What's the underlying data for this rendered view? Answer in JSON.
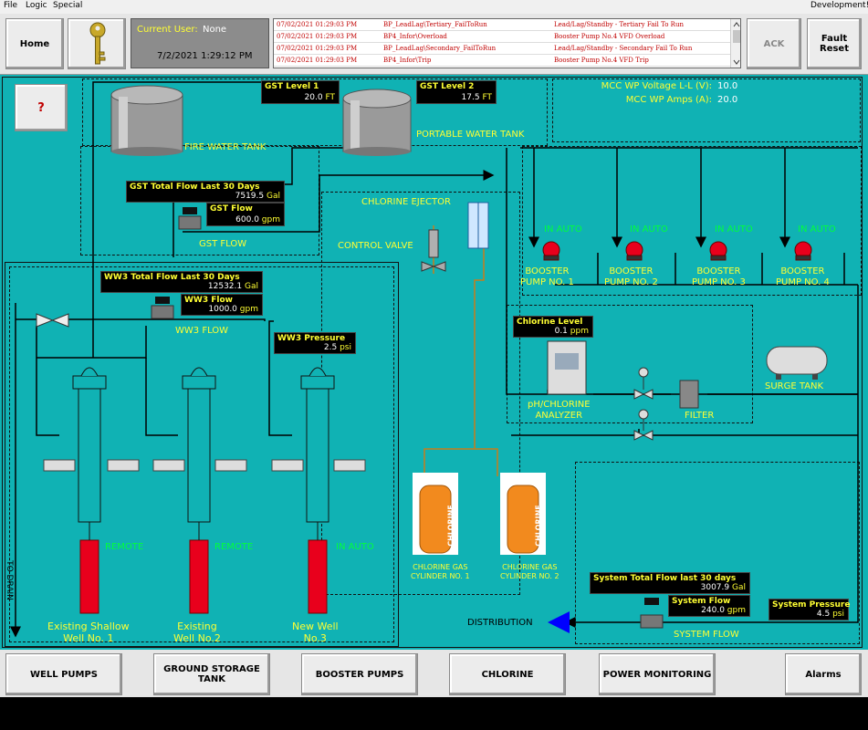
{
  "menu": {
    "file": "File",
    "logic": "Logic",
    "special": "Special",
    "right": "Development!"
  },
  "header": {
    "home": "Home",
    "user_label": "Current User:",
    "user_value": "None",
    "datetime": "7/2/2021  1:29:12 PM",
    "ack": "ACK",
    "fault_reset": "Fault\nReset",
    "alarms": [
      {
        "time": "07/02/2021 01:29:03 PM",
        "tag": "BP_LeadLag\\Tertiary_FailToRun",
        "desc": "Lead/Lag/Standby - Tertiary Fail To Run"
      },
      {
        "time": "07/02/2021 01:29:03 PM",
        "tag": "BP4_Infor\\Overload",
        "desc": "Booster Pump No.4 VFD Overload"
      },
      {
        "time": "07/02/2021 01:29:03 PM",
        "tag": "BP_LeadLag\\Secondary_FailToRun",
        "desc": "Lead/Lag/Standby - Secondary Fail To Run"
      },
      {
        "time": "07/02/2021 01:29:03 PM",
        "tag": "BP4_Infor\\Trip",
        "desc": "Booster Pump No.4 VFD Trip"
      }
    ]
  },
  "help": "?",
  "fire_tank": "FIRE WATER TANK",
  "portable_tank": "PORTABLE WATER TANK",
  "gst_level1": {
    "title": "GST Level 1",
    "value": "20.0",
    "unit": "FT"
  },
  "gst_level2": {
    "title": "GST Level 2",
    "value": "17.5",
    "unit": "FT"
  },
  "mcc": {
    "voltage_label": "MCC WP Voltage L-L (V):",
    "voltage": "10.0",
    "amps_label": "MCC WP Amps (A):",
    "amps": "20.0"
  },
  "gst_total": {
    "title": "GST Total Flow Last 30 Days",
    "value": "7519.5",
    "unit": "Gal"
  },
  "gst_flow": {
    "title": "GST Flow",
    "value": "600.0",
    "unit": "gpm"
  },
  "gst_flow_label": "GST FLOW",
  "chlorine_ejector": "CHLORINE EJECTOR",
  "control_valve": "CONTROL VALVE",
  "pumps": [
    {
      "status": "IN AUTO",
      "name": "BOOSTER\nPUMP NO. 1"
    },
    {
      "status": "IN AUTO",
      "name": "BOOSTER\nPUMP NO. 2"
    },
    {
      "status": "IN AUTO",
      "name": "BOOSTER\nPUMP NO. 3"
    },
    {
      "status": "IN AUTO",
      "name": "BOOSTER\nPUMP NO. 4"
    }
  ],
  "ww3_total": {
    "title": "WW3 Total Flow Last 30 Days",
    "value": "12532.1",
    "unit": "Gal"
  },
  "ww3_flow": {
    "title": "WW3 Flow",
    "value": "1000.0",
    "unit": "gpm"
  },
  "ww3_flow_label": "WW3 FLOW",
  "ww3_pressure": {
    "title": "WW3 Pressure",
    "value": "2.5",
    "unit": "psi"
  },
  "chlorine_level": {
    "title": "Chlorine Level",
    "value": "0.1",
    "unit": "ppm"
  },
  "analyzer": "pH/CHLORINE\nANALYZER",
  "filter": "FILTER",
  "surge_tank": "SURGE TANK",
  "wells": [
    {
      "status": "REMOTE",
      "name": "Existing Shallow\nWell No. 1"
    },
    {
      "status": "REMOTE",
      "name": "Existing\nWell No.2"
    },
    {
      "status": "IN AUTO",
      "name": "New Well\nNo.3"
    }
  ],
  "to_drain": "TO DRAIN",
  "cyl1": {
    "label": "CHLORINE",
    "name": "CHLORINE GAS\nCYLINDER NO. 1"
  },
  "cyl2": {
    "label": "CHLORINE",
    "name": "CHLORINE GAS\nCYLINDER NO. 2"
  },
  "sys_total": {
    "title": "System Total Flow last 30 days",
    "value": "3007.9",
    "unit": "Gal"
  },
  "sys_flow": {
    "title": "System Flow",
    "value": "240.0",
    "unit": "gpm"
  },
  "sys_pressure": {
    "title": "System Pressure",
    "value": "4.5",
    "unit": "psi"
  },
  "distribution": "DISTRIBUTION",
  "system_flow_label": "SYSTEM FLOW",
  "nav": {
    "well_pumps": "WELL PUMPS",
    "gst": "GROUND STORAGE TANK",
    "booster": "BOOSTER PUMPS",
    "chlorine": "CHLORINE",
    "power": "POWER MONITORING",
    "alarms": "Alarms"
  },
  "colors": {
    "background": "#10b2b4",
    "label": "#ffff33",
    "status": "#00ff3c",
    "pump": "#e8001c",
    "alarm_text": "#c00000",
    "arrow": "#0000ff",
    "cylinder": "#f28a1e"
  }
}
